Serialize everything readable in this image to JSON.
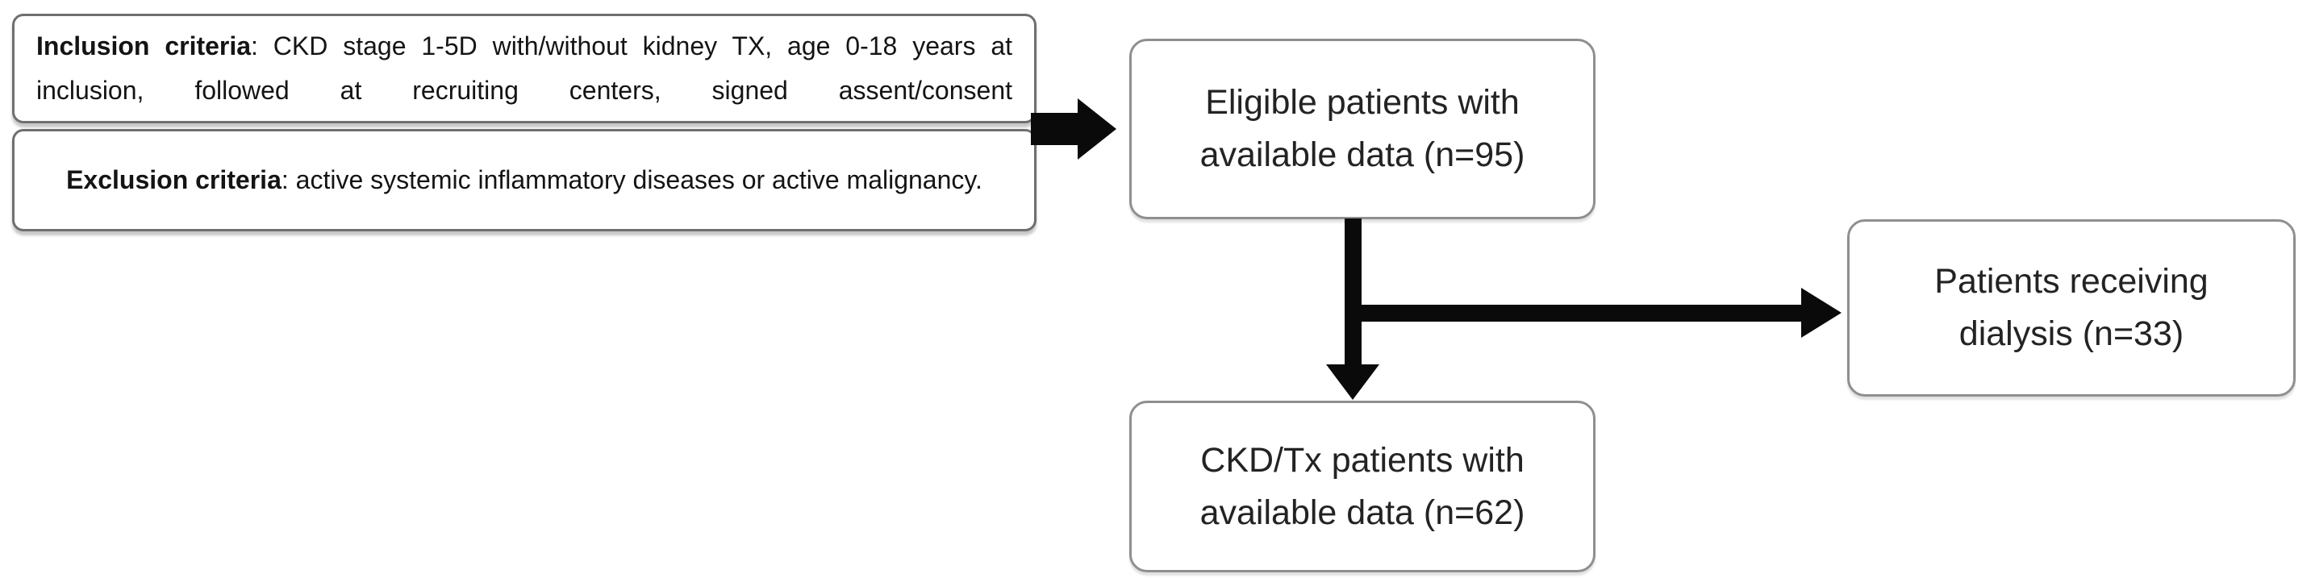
{
  "figure": {
    "type": "patient-flow-diagram",
    "background": "#ffffff",
    "colors": {
      "arrow": "#0a0a0a",
      "criteria_box_border": "#6f6f6f",
      "flow_box_border": "#8f8f8f",
      "text": "#1c1c1c"
    },
    "boxes": {
      "inclusion": {
        "bold": "Inclusion criteria",
        "rest": ": CKD stage 1-5D with/without kidney TX, age 0-18 years at inclusion, followed at recruiting centers, signed assent/consent"
      },
      "exclusion": {
        "bold": "Exclusion criteria",
        "rest": ": active systemic inflammatory diseases or active malignancy."
      },
      "eligible": {
        "lines": [
          "Eligible patients with",
          "available data (n=95)"
        ],
        "n": 95
      },
      "dialysis": {
        "lines": [
          "Patients receiving",
          "dialysis (n=33)"
        ],
        "n": 33
      },
      "ckd_tx": {
        "lines": [
          "CKD/Tx patients with",
          "available data (n=62)"
        ],
        "n": 62
      }
    }
  }
}
